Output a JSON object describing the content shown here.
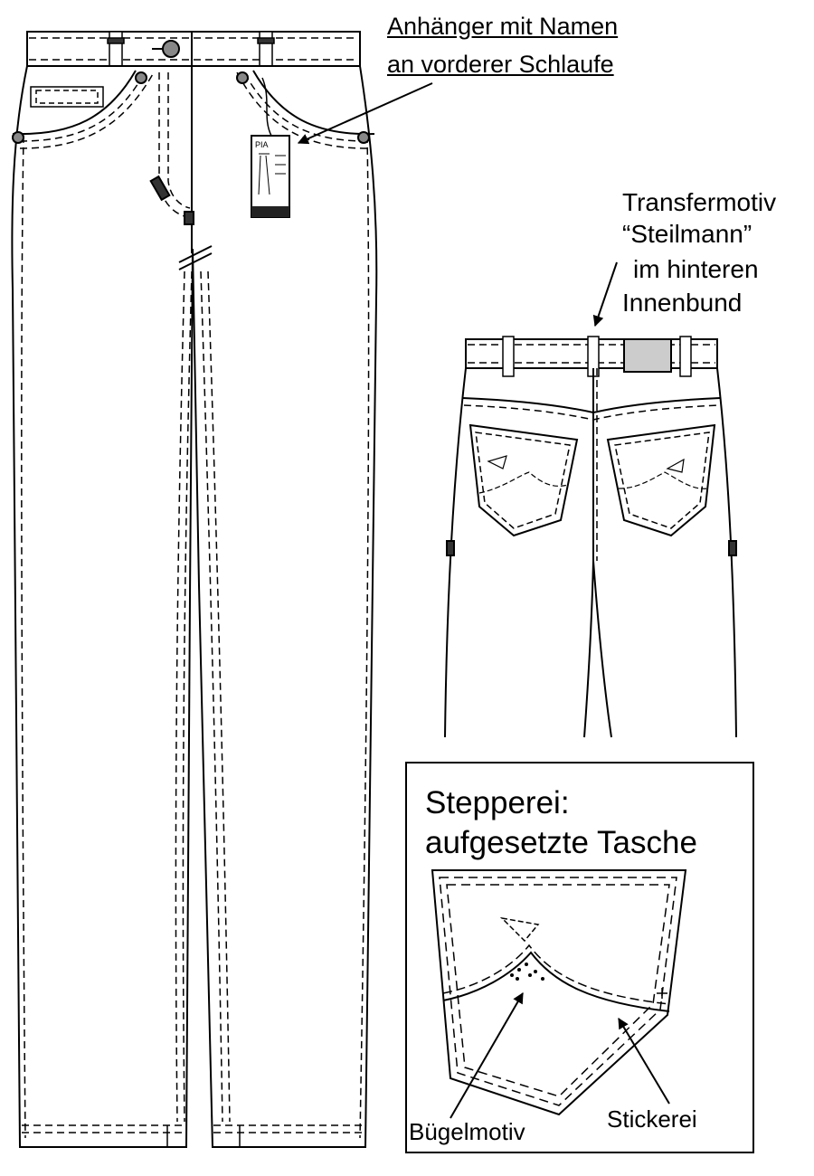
{
  "annotations": {
    "hang_tag_line1": "Anhänger mit Namen",
    "hang_tag_line2": "an vorderer Schlaufe",
    "transfer_line1": "Transfermotiv",
    "transfer_line2": "“Steilmann”",
    "transfer_line3": "im hinteren",
    "transfer_line4": "Innenbund"
  },
  "detail_box": {
    "title_line1": "Stepperei:",
    "title_line2": "aufgesetzte Tasche",
    "label_left": "Bügelmotiv",
    "label_right": "Stickerei"
  },
  "hang_tag": {
    "brand": "PIA"
  },
  "colors": {
    "ink": "#000000",
    "paper": "#ffffff",
    "label_patch": "#cccccc",
    "button": "#888888"
  }
}
